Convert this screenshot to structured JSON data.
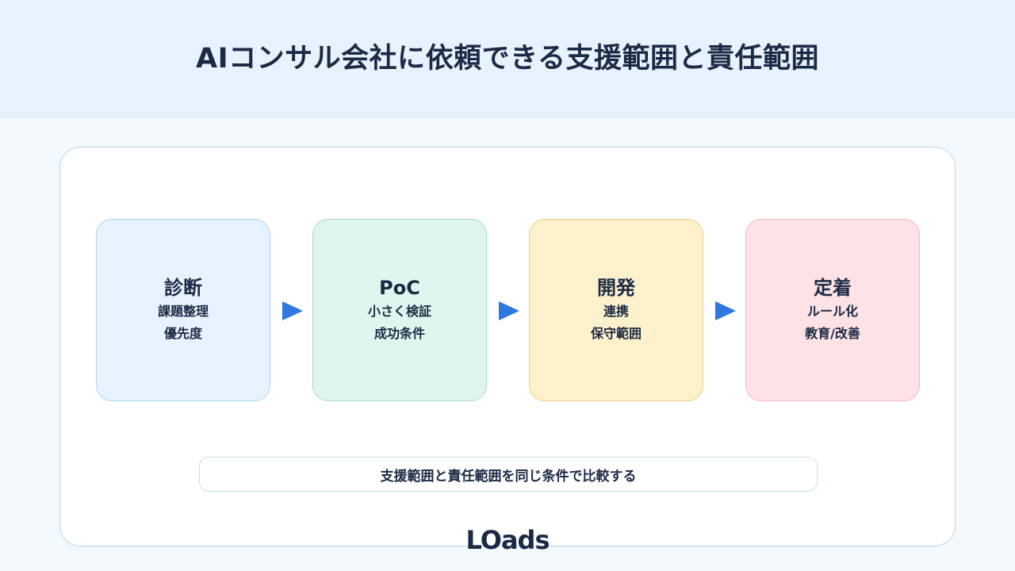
{
  "header": {
    "title": "AIコンサル会社に依頼できる支援範囲と責任範囲"
  },
  "colors": {
    "accent_arrow": "#2e78e0",
    "step1_fill": "#e6f2fc",
    "step2_fill": "#dff5ee",
    "step3_fill": "#fdf1cc",
    "step4_fill": "#fde2e6"
  },
  "steps": [
    {
      "title": "診断",
      "lines": [
        "課題整理",
        "優先度"
      ]
    },
    {
      "title": "PoC",
      "lines": [
        "小さく検証",
        "成功条件"
      ]
    },
    {
      "title": "開発",
      "lines": [
        "連携",
        "保守範囲"
      ]
    },
    {
      "title": "定着",
      "lines": [
        "ルール化",
        "教育/改善"
      ]
    }
  ],
  "footer_note": "支援範囲と責任範囲を同じ条件で比較する",
  "logo_text": "LOads"
}
